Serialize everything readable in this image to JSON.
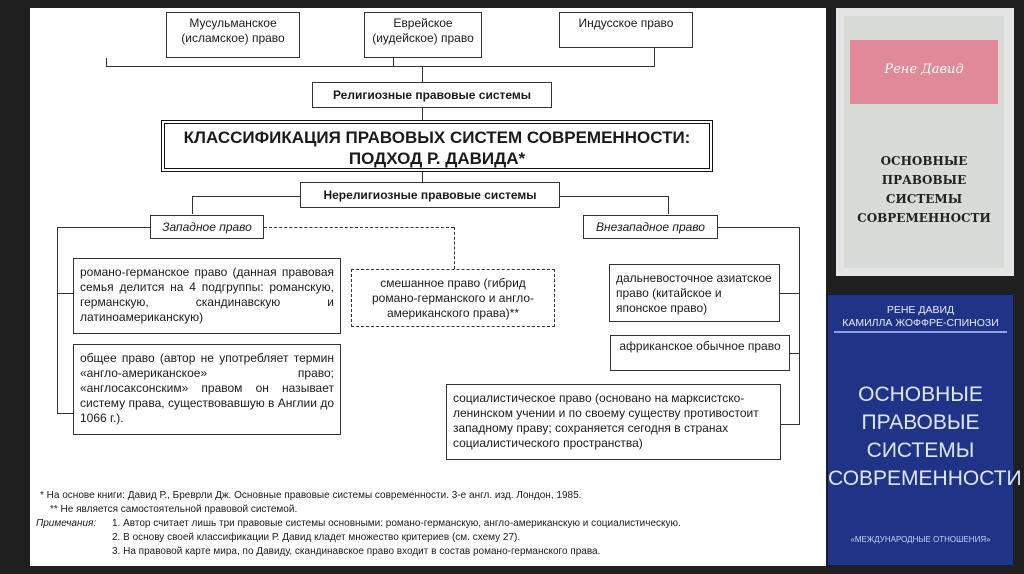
{
  "diagram": {
    "religious": {
      "muslim": "Мусульманское\n(исламское) право",
      "jewish": "Еврейское\n(иудейское) право",
      "hindu": "Индусское право",
      "group": "Религиозные правовые системы"
    },
    "title": "КЛАССИФИКАЦИЯ ПРАВОВЫХ СИСТЕМ СОВРЕМЕННОСТИ:\nПОДХОД Р. ДАВИДА*",
    "nonreligious": "Нерелигиозные правовые системы",
    "western": "Западное право",
    "nonwestern": "Внезападное право",
    "romano": "романо-германское право (данная правовая семья делится на 4 подгруппы: романскую, германскую, скандинавскую и латиноамериканскую)",
    "common": "общее право (автор не употребляет термин «англо-американское» право; «англосаксонским» правом он называет систему права, существовавшую в Англии до 1066 г.).",
    "mixed": "смешанное право (гибрид романо-германского и англо-американского права)**",
    "fareast": "дальневосточное азиатское право (китайское и японское право)",
    "african": "африканское обычное право",
    "socialist": "социалистическое право (основано на марксистско-ленинском учении и по своему существу противостоит западному праву; сохраняется сегодня в странах социалистического пространства)"
  },
  "footnotes": {
    "n1": "* На основе книги: Давид Р., Бреврли Дж. Основные правовые системы современности. 3-е англ. изд. Лондон, 1985.",
    "n2": "** Не является самостоятельной правовой системой.",
    "label": "Примечания:",
    "p1": "1.  Автор считает лишь три правовые системы основными: романо-германскую, англо-американскую и социалистическую.",
    "p2": "2.  В основу своей классификации Р. Давид кладет множество критериев (см. схему 27).",
    "p3": "3.  На правовой карте мира, по Давиду, скандинавское право входит в состав романо-германского права."
  },
  "books": {
    "book1_author": "Рене Давид",
    "book1_title": "ОСНОВНЫЕ\nПРАВОВЫЕ\nСИСТЕМЫ\nСОВРЕМЕННОСТИ",
    "book2_authors": "РЕНЕ ДАВИД\nКАМИЛЛА ЖОФФРЕ-СПИНОЗИ",
    "book2_title": "ОСНОВНЫЕ\nПРАВОВЫЕ\nСИСТЕМЫ\nСОВРЕМЕННОСТИ",
    "book2_publisher": "«МЕЖДУНАРОДНЫЕ ОТНОШЕНИЯ»"
  }
}
